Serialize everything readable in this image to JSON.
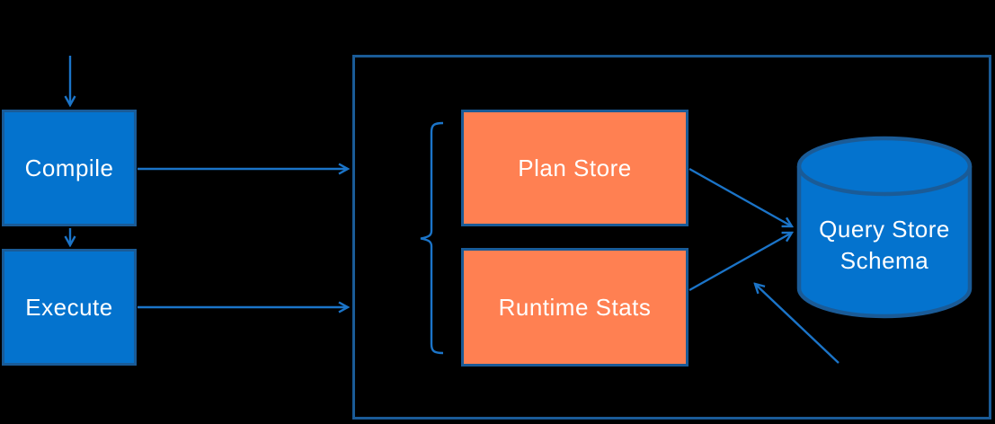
{
  "diagram": {
    "title": "Query Store architecture diagram",
    "background": "#000000",
    "nodes": {
      "compile": {
        "label": "Compile"
      },
      "execute": {
        "label": "Execute"
      },
      "plan_store": {
        "label": "Plan Store"
      },
      "runtime_stats": {
        "label": "Runtime Stats"
      },
      "query_store_schema": {
        "label": "Query Store Schema",
        "line1": "Query Store",
        "line2": "Schema"
      }
    },
    "groups": {
      "query_store_container": {
        "contains": [
          "Plan Store",
          "Runtime Stats",
          "Query Store Schema"
        ]
      },
      "brace_group": {
        "contains": [
          "Plan Store",
          "Runtime Stats"
        ]
      }
    },
    "edges": [
      {
        "from": "start",
        "to": "Compile"
      },
      {
        "from": "Compile",
        "to": "Execute"
      },
      {
        "from": "Compile",
        "to": "query-store-container"
      },
      {
        "from": "Execute",
        "to": "query-store-container"
      },
      {
        "from": "Plan Store",
        "to": "Query Store Schema"
      },
      {
        "from": "Runtime Stats",
        "to": "Query Store Schema"
      },
      {
        "from": "external-bottom-right",
        "to": "Query Store Schema"
      }
    ],
    "colors": {
      "node_fill_blue": "#0473CE",
      "node_fill_orange": "#FF8052",
      "border_dark_blue": "#1A5B97",
      "arrow_blue": "#1B74C8",
      "text": "#FFFFFF"
    }
  }
}
